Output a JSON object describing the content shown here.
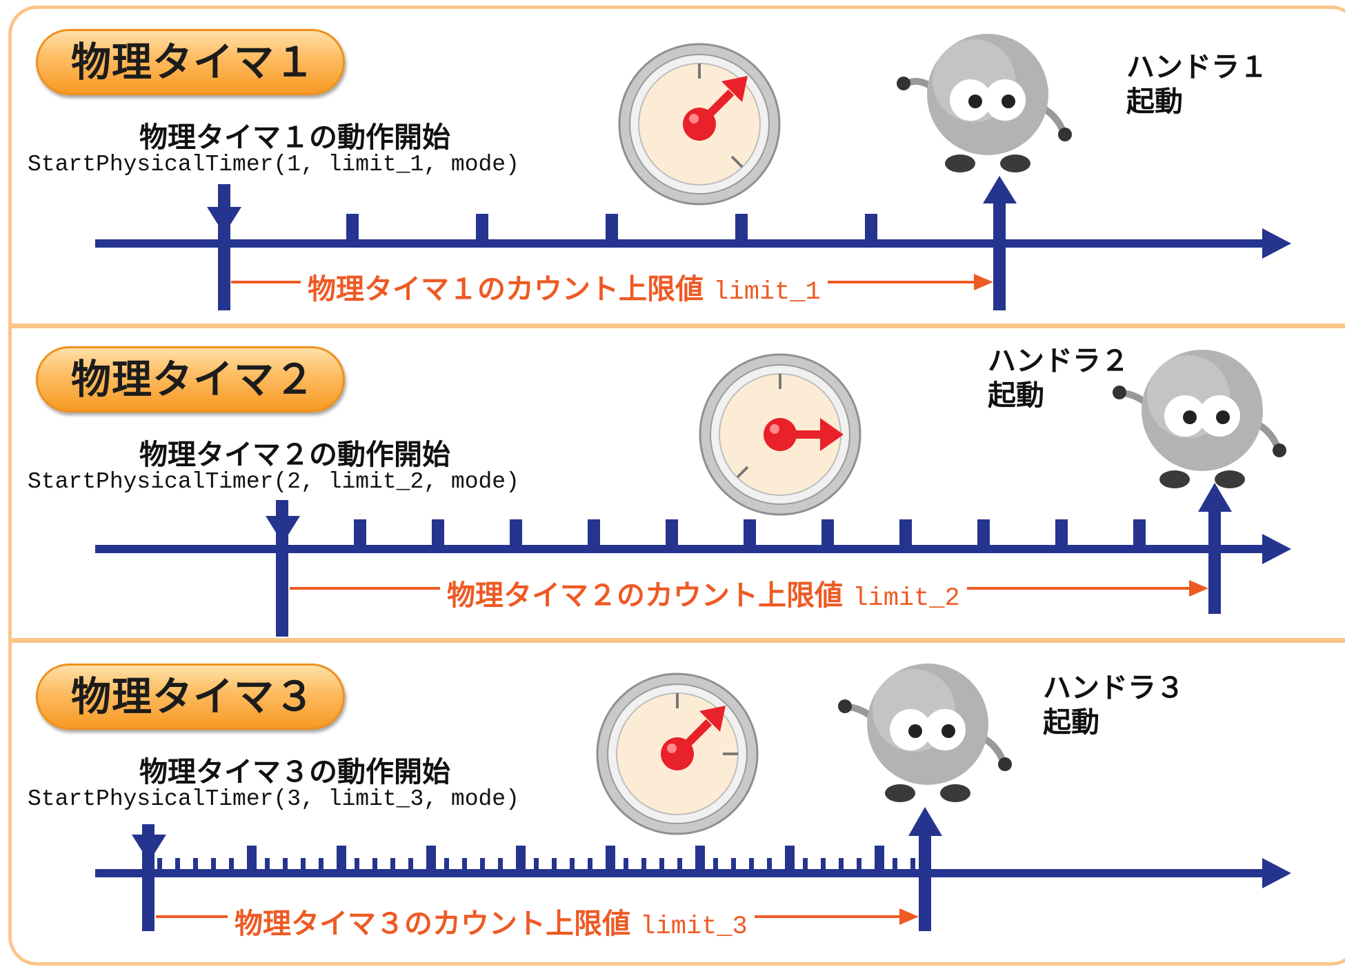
{
  "colors": {
    "axis": "#25348f",
    "count_arrow": "#ee5a24",
    "frame": "#fbc58a",
    "badge": "#fdb350",
    "stopwatch_hand": "#e8212a"
  },
  "icons": [
    "stopwatch-icon",
    "handler-mascot-icon"
  ],
  "timers": [
    {
      "badge": "物理タイマ１",
      "start_label": "物理タイマ１の動作開始",
      "code": "StartPhysicalTimer(1, limit_1, mode)",
      "count_label_text": "物理タイマ１のカウント上限値",
      "count_label_limit": "limit_1",
      "handler_line1": "ハンドラ１",
      "handler_line2": "起動",
      "stopwatch_hand_direction": "upper-right"
    },
    {
      "badge": "物理タイマ２",
      "start_label": "物理タイマ２の動作開始",
      "code": "StartPhysicalTimer(2, limit_2, mode)",
      "count_label_text": "物理タイマ２のカウント上限値",
      "count_label_limit": "limit_2",
      "handler_line1": "ハンドラ２",
      "handler_line2": "起動",
      "stopwatch_hand_direction": "right"
    },
    {
      "badge": "物理タイマ３",
      "start_label": "物理タイマ３の動作開始",
      "code": "StartPhysicalTimer(3, limit_3, mode)",
      "count_label_text": "物理タイマ３のカウント上限値",
      "count_label_limit": "limit_3",
      "handler_line1": "ハンドラ３",
      "handler_line2": "起動",
      "stopwatch_hand_direction": "upper-right"
    }
  ]
}
